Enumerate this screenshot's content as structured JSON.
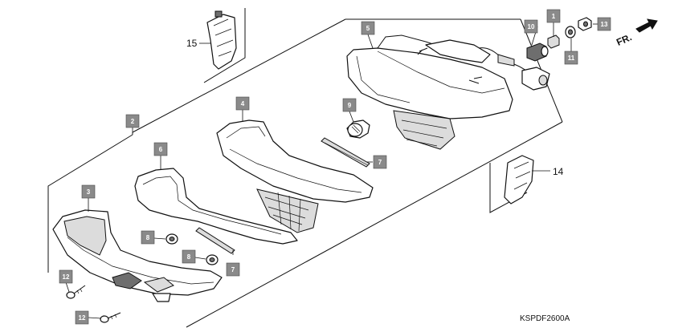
{
  "diagram": {
    "footer_code": "KSPDF2600A",
    "direction_label": "FR.",
    "callouts": [
      {
        "id": "c1",
        "label": "1"
      },
      {
        "id": "c2",
        "label": "2"
      },
      {
        "id": "c3",
        "label": "3"
      },
      {
        "id": "c4",
        "label": "4"
      },
      {
        "id": "c5",
        "label": "5"
      },
      {
        "id": "c6",
        "label": "6"
      },
      {
        "id": "c7a",
        "label": "7"
      },
      {
        "id": "c7b",
        "label": "7"
      },
      {
        "id": "c8a",
        "label": "8"
      },
      {
        "id": "c8b",
        "label": "8"
      },
      {
        "id": "c9",
        "label": "9"
      },
      {
        "id": "c10",
        "label": "10"
      },
      {
        "id": "c11",
        "label": "11"
      },
      {
        "id": "c12a",
        "label": "12"
      },
      {
        "id": "c12b",
        "label": "12"
      },
      {
        "id": "c13",
        "label": "13"
      }
    ],
    "plain_labels": {
      "label_14": "14",
      "label_15": "15"
    }
  }
}
